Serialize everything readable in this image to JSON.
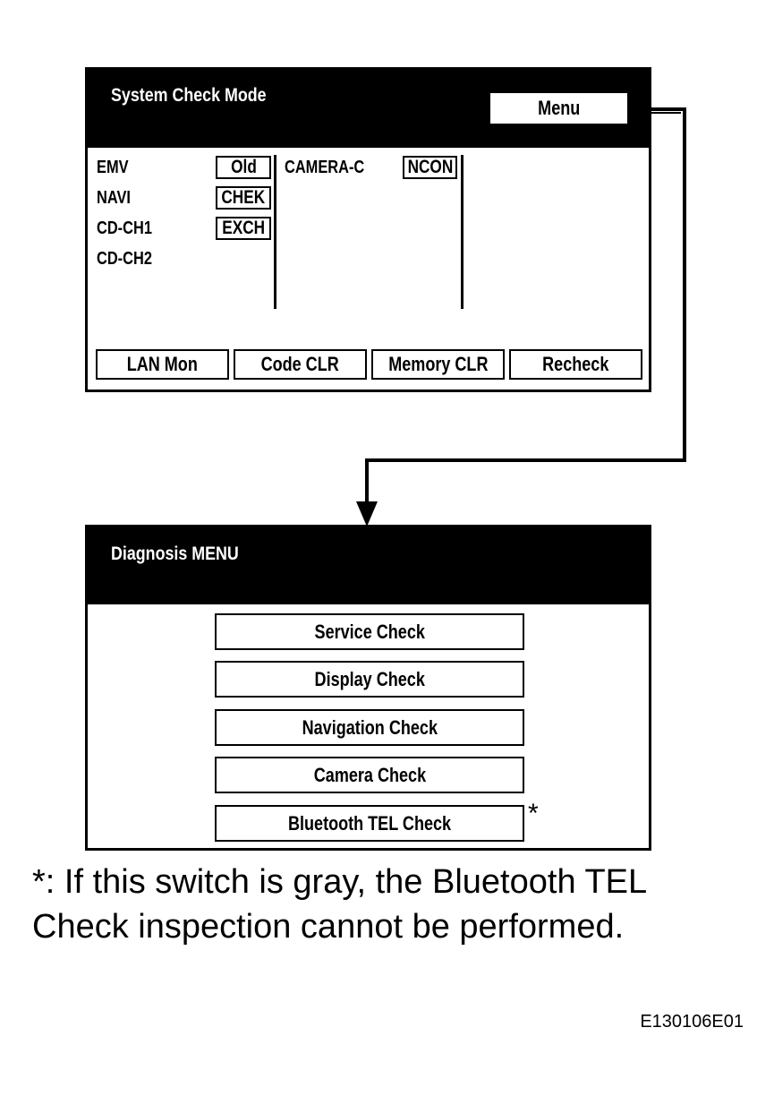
{
  "system_check": {
    "title": "System Check Mode",
    "menu_button": "Menu",
    "rows_left": [
      {
        "label": "EMV",
        "status": "Old"
      },
      {
        "label": "NAVI",
        "status": "CHEK"
      },
      {
        "label": "CD-CH1",
        "status": "EXCH"
      },
      {
        "label": "CD-CH2",
        "status": ""
      }
    ],
    "rows_mid": [
      {
        "label": "CAMERA-C",
        "status": "NCON"
      }
    ],
    "buttons": [
      "LAN Mon",
      "Code CLR",
      "Memory CLR",
      "Recheck"
    ]
  },
  "diagnosis_menu": {
    "title": "Diagnosis MENU",
    "buttons": [
      "Service Check",
      "Display Check",
      "Navigation Check",
      "Camera Check",
      "Bluetooth TEL Check"
    ],
    "asterisk": "*"
  },
  "note": "*: If this switch is gray, the Bluetooth TEL Check inspection cannot be performed.",
  "figure_id": "E130106E01"
}
